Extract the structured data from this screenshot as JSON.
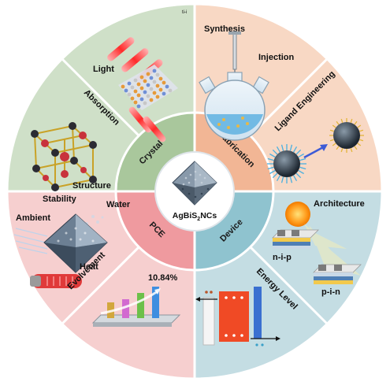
{
  "center": {
    "label_main": "AgBiS",
    "label_sub": "2",
    "label_tail": "NCs"
  },
  "corner_mark": "ti-i",
  "inner_ring": {
    "crystal": "Crystal",
    "fabrication": "Fabrication",
    "device": "Device",
    "pce": "PCE"
  },
  "quadrants": {
    "crystal": {
      "color": "#cfe0c8",
      "ring_color": "#a9c79c",
      "labels": {
        "light": "Light",
        "absorption": "Absorption",
        "structure": "Structure"
      }
    },
    "fabrication": {
      "color": "#f8d8c4",
      "ring_color": "#f2b695",
      "labels": {
        "synthesis": "Synthesis",
        "injection": "Injection",
        "ligand": "Ligand Engineering"
      }
    },
    "device": {
      "color": "#c4dde3",
      "ring_color": "#8fc3cf",
      "labels": {
        "architecture": "Architecture",
        "nip": "n-i-p",
        "pin": "p-i-n",
        "energy": "Energy Level"
      }
    },
    "pce": {
      "color": "#f6cfcf",
      "ring_color": "#ef9a9f",
      "labels": {
        "stability": "Stability",
        "water": "Water",
        "ambient": "Ambient",
        "heat": "Heat",
        "evolvement": "Evolvement",
        "pce_value": "10.84%"
      }
    }
  }
}
